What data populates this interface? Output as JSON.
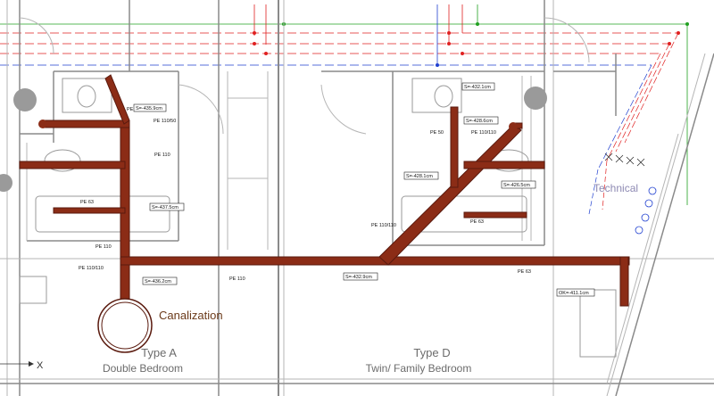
{
  "diagram": {
    "title": "Canalization",
    "zone_label": "Technical",
    "rooms": [
      {
        "type": "Type A",
        "name": "Double Bedroom"
      },
      {
        "type": "Type D",
        "name": "Twin/ Family Bedroom"
      }
    ],
    "pipe_labels": [
      "PE 50",
      "PE 110/50",
      "PE 110",
      "PE 63",
      "PE 110",
      "PE 110/110",
      "PE 110",
      "PE 110/110",
      "PE 50",
      "PE 110/110",
      "PE 63",
      "PE 63"
    ],
    "level_tags": [
      "S=-435.9cm",
      "S=-437.5cm",
      "S=-436.2cm",
      "S=-432.1cm",
      "S=-428.6cm",
      "S=-428.1cm",
      "S=-426.5cm",
      "S=-432.9cm",
      "OK=-411.1cm"
    ],
    "axis_marker": "X",
    "colors": {
      "pipe": "#8b2c16",
      "red_line": "#e02020",
      "blue_line": "#2040d0",
      "green_line": "#20a020",
      "walls": "#8a8a8a"
    }
  }
}
